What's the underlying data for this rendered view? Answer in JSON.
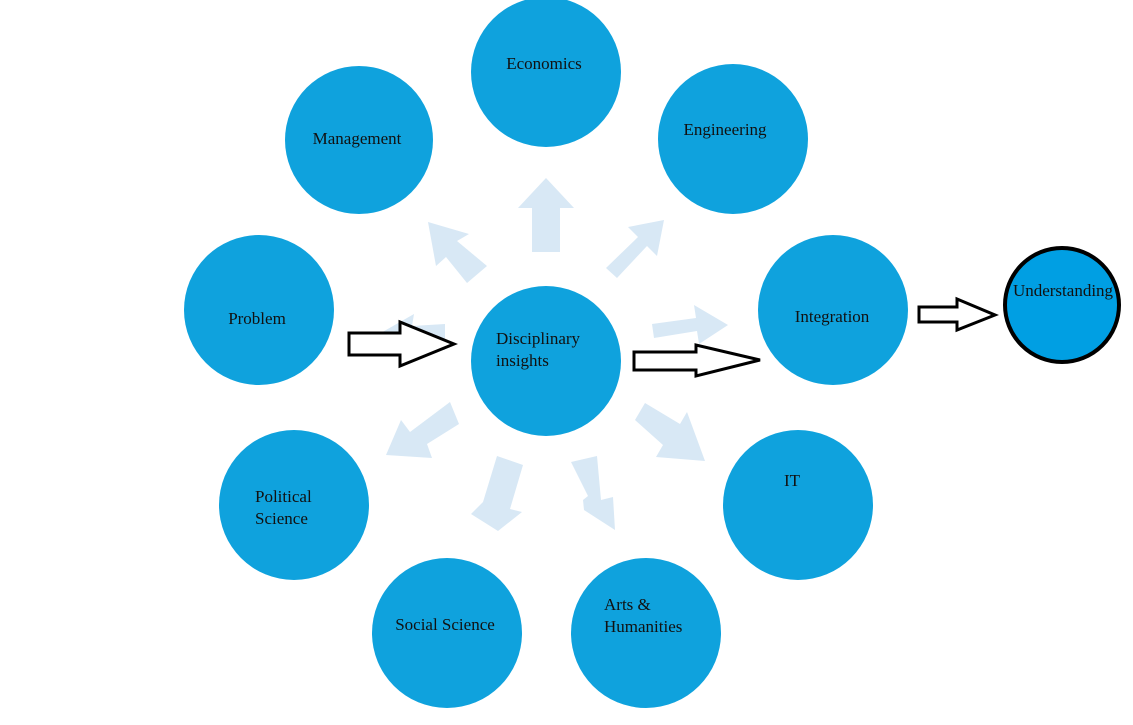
{
  "diagram": {
    "colors": {
      "node_fill": "#0fa2dd",
      "result_fill": "#009fe3",
      "result_outline": "#000000",
      "spoke_arrow_fill": "#d8e8f5",
      "flow_arrow_fill": "#ffffff",
      "flow_arrow_outline": "#000000"
    },
    "nodes": {
      "economics": {
        "label_lines": [
          "Economics"
        ]
      },
      "management": {
        "label_lines": [
          "Management"
        ]
      },
      "engineering": {
        "label_lines": [
          "Engineering"
        ]
      },
      "problem": {
        "label_lines": [
          "Problem"
        ]
      },
      "disciplinary_insights": {
        "label_lines": [
          "Disciplinary",
          "insights"
        ]
      },
      "integration": {
        "label_lines": [
          "Integration"
        ]
      },
      "understanding": {
        "label_lines": [
          "Understanding"
        ]
      },
      "political_science": {
        "label_lines": [
          "Political",
          "Science"
        ]
      },
      "it": {
        "label_lines": [
          "IT"
        ]
      },
      "social_science": {
        "label_lines": [
          "Social Science"
        ]
      },
      "arts_humanities": {
        "label_lines": [
          "Arts &",
          "Humanities"
        ]
      }
    },
    "flow": [
      {
        "from": "problem",
        "to": "disciplinary_insights"
      },
      {
        "from": "disciplinary_insights",
        "to": "integration"
      },
      {
        "from": "integration",
        "to": "understanding"
      }
    ],
    "spokes_from": "disciplinary_insights",
    "spokes_to": [
      "economics",
      "engineering",
      "integration",
      "it",
      "arts_humanities",
      "social_science",
      "political_science",
      "problem",
      "management"
    ]
  }
}
